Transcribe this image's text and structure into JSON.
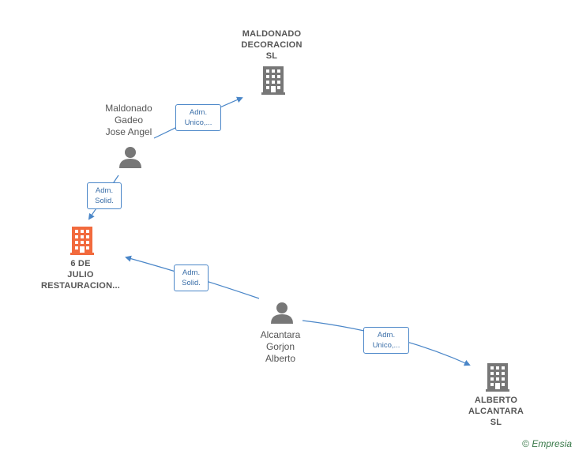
{
  "nodes": {
    "maldonado_decoracion": {
      "label": "MALDONADO\nDECORACION\nSL",
      "type": "company",
      "color": "#777777"
    },
    "maldonado_gadeo": {
      "label": "Maldonado\nGadeo\nJose Angel",
      "type": "person",
      "color": "#777777"
    },
    "seis_de_julio": {
      "label": "6 DE\nJULIO\nRESTAURACION...",
      "type": "company",
      "color": "#f26a3d"
    },
    "alcantara_gorjon": {
      "label": "Alcantara\nGorjon\nAlberto",
      "type": "person",
      "color": "#777777"
    },
    "alberto_alcantara": {
      "label": "ALBERTO\nALCANTARA\nSL",
      "type": "company",
      "color": "#777777"
    }
  },
  "relations": {
    "r1": {
      "label": "Adm.\nUnico,..."
    },
    "r2": {
      "label": "Adm.\nSolid."
    },
    "r3": {
      "label": "Adm.\nSolid."
    },
    "r4": {
      "label": "Adm.\nUnico,..."
    }
  },
  "colors": {
    "edge": "#4a86c8",
    "node_gray": "#777777",
    "node_highlight": "#f26a3d"
  },
  "footer": {
    "copyright_symbol": "©",
    "brand": "Empresia"
  }
}
